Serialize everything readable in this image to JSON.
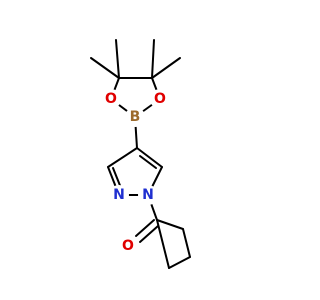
{
  "molecule": {
    "atoms": {
      "boron": {
        "label": "B",
        "color": "#9c6a2c"
      },
      "oxygen_left": {
        "label": "O",
        "color": "#e00000"
      },
      "oxygen_right": {
        "label": "O",
        "color": "#e00000"
      },
      "nitrogen_ring": {
        "label": "N",
        "color": "#1f2fd0"
      },
      "nitrogen_substituted": {
        "label": "N",
        "color": "#1f2fd0"
      },
      "ketone_oxygen": {
        "label": "O",
        "color": "#e00000"
      }
    }
  }
}
